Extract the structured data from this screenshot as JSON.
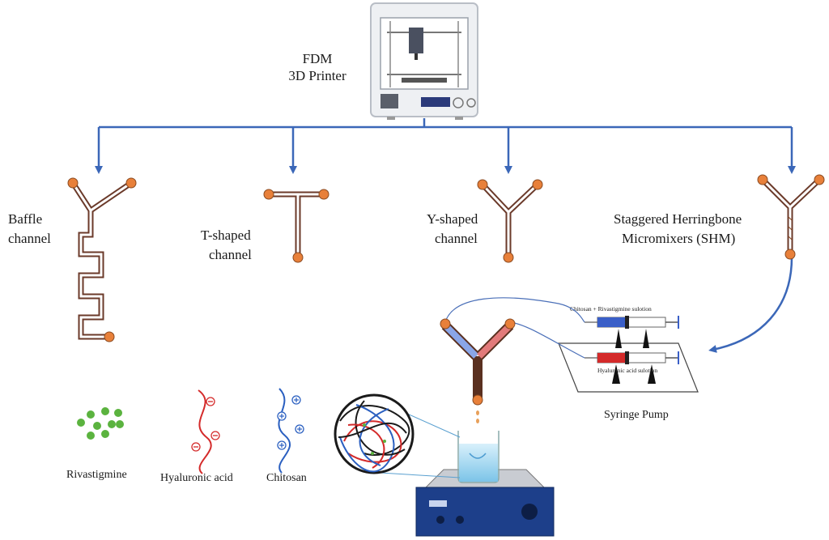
{
  "printer": {
    "label_line1": "FDM",
    "label_line2": "3D Printer"
  },
  "channels": {
    "baffle": {
      "line1": "Baffle",
      "line2": "channel"
    },
    "t_shaped": {
      "line1": "T-shaped",
      "line2": "channel"
    },
    "y_shaped": {
      "line1": "Y-shaped",
      "line2": "channel"
    },
    "shm": {
      "line1": "Staggered Herringbone",
      "line2": "Micromixers (SHM)"
    }
  },
  "pump": {
    "top_solution": "Chitosan + Rivastigmine sulotion",
    "bottom_solution": "Hyaluronic acid sulotion",
    "label": "Syringe Pump"
  },
  "materials": {
    "rivastigmine": "Rivastigmine",
    "hyaluronic_acid": "Hyaluronic acid",
    "chitosan": "Chitosan"
  },
  "colors": {
    "arrow": "#3b67b8",
    "channel": "#6b3a2a",
    "node": "#e8803a",
    "blue_fluid": "#3a5fc8",
    "red_fluid": "#d42a2a",
    "green_drug": "#5bb33f"
  }
}
